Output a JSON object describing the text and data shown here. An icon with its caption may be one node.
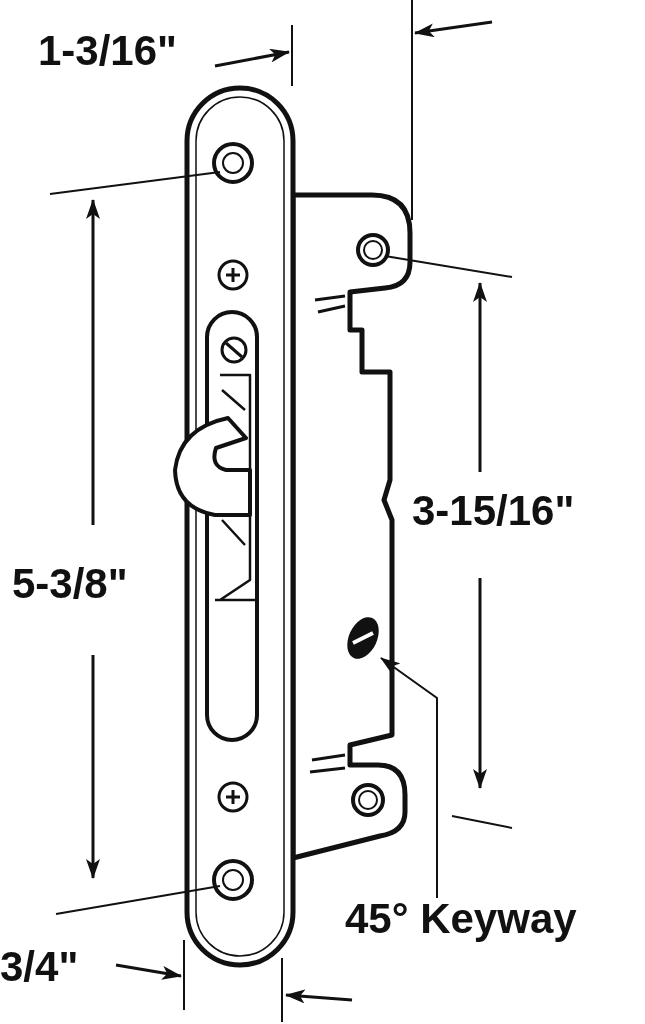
{
  "diagram": {
    "nodes": [
      {
        "text": [
          "45° Keyway"
        ]
      },
      {
        "text": [],
        "shape": "circle"
      }
    ],
    "edges": [
      {
        "from": 0,
        "to": 1,
        "arrow": "to"
      }
    ],
    "labels": [
      "1-3/16\"",
      "3-15/16\"",
      "5-3/8\"",
      "3/4\""
    ]
  }
}
